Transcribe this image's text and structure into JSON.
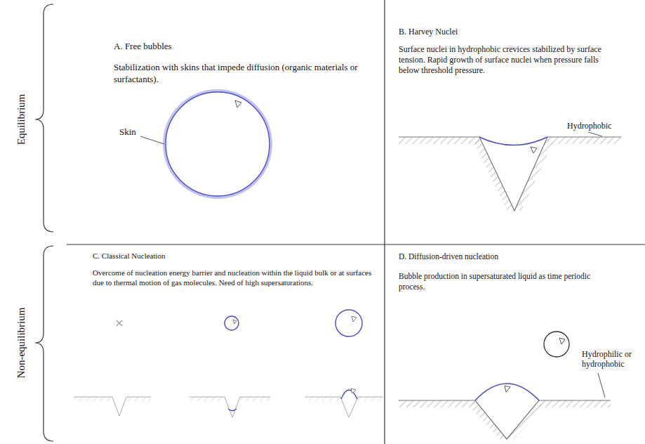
{
  "diagram": {
    "nodes": [
      {
        "text": [
          "A. Free bubbles",
          "Stabilization with skins that impede diffusion (organic materials or surfactants)."
        ]
      },
      {
        "text": [
          "B. Harvey Nuclei",
          "Surface nuclei in hydrophobic crevices stabilized by surface tension. Rapid growth of surface nuclei when pressure falls below threshold pressure."
        ]
      },
      {
        "text": [
          "C. Classical Nucleation",
          "Overcome of nucleation energy barrier and nucleation within the liquid bulk or at surfaces due to thermal motion of gas molecules. Need of high supersaturations."
        ]
      },
      {
        "text": [
          "D. Diffusion-driven nucleation",
          "Bubble production in supersaturated liquid as time periodic process."
        ]
      }
    ],
    "labels": [
      "Equilibrium",
      "Non-equilibrium",
      "Skin",
      "Hydrophobic",
      "Hydrophilic or hydrophobic"
    ]
  }
}
